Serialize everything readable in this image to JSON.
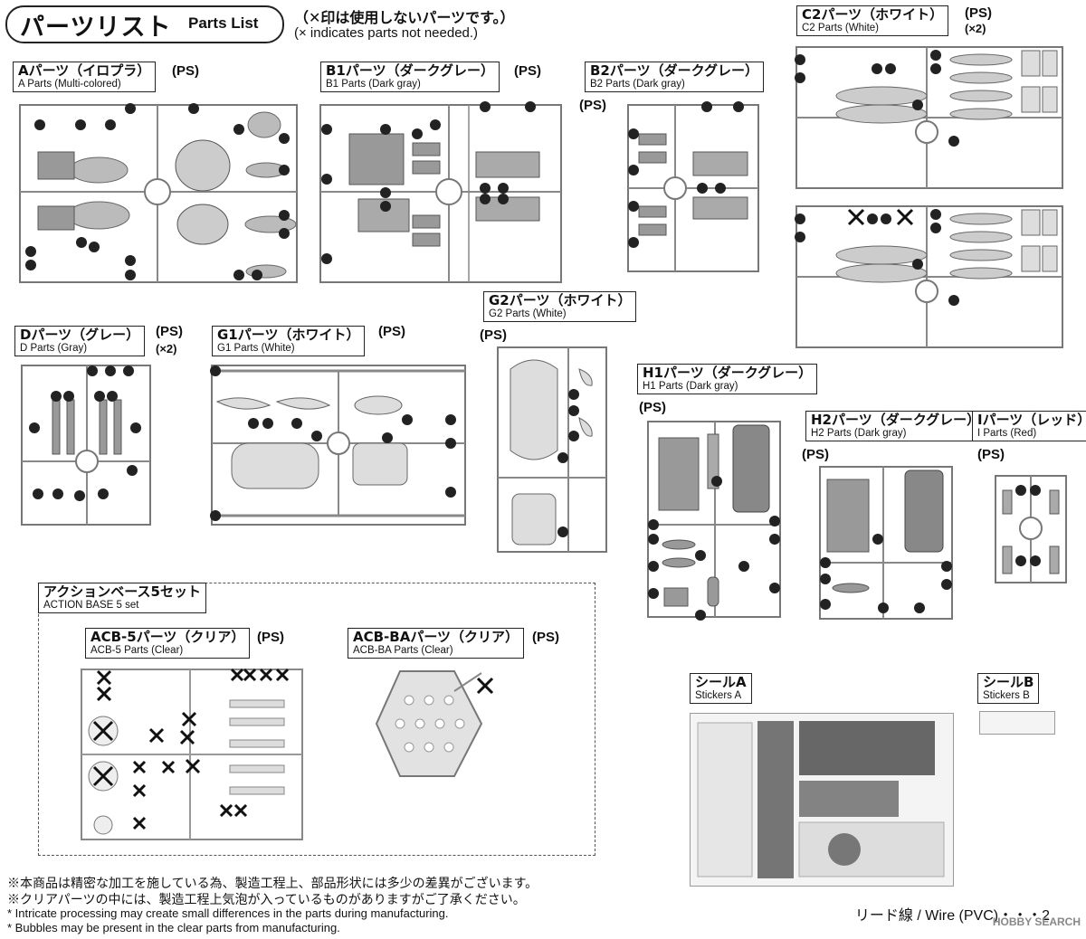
{
  "header": {
    "title_jp": "パーツリスト",
    "title_en": "Parts List",
    "note_jp": "（✕印は使用しないパーツです。）",
    "note_en": "(× indicates parts not needed.)"
  },
  "runners": {
    "a": {
      "jp": "Aパーツ（イロプラ）",
      "en": "A Parts (Multi-colored)",
      "material": "(PS)"
    },
    "b1": {
      "jp": "B1パーツ（ダークグレー）",
      "en": "B1 Parts (Dark gray)",
      "material": "(PS)"
    },
    "b2": {
      "jp": "B2パーツ（ダークグレー）",
      "en": "B2 Parts (Dark gray)",
      "material": "(PS)"
    },
    "c2": {
      "jp": "C2パーツ（ホワイト）",
      "en": "C2 Parts (White)",
      "material": "(PS)",
      "count": "(×2)"
    },
    "d": {
      "jp": "Dパーツ（グレー）",
      "en": "D Parts (Gray)",
      "material": "(PS)",
      "count": "(×2)"
    },
    "g1": {
      "jp": "G1パーツ（ホワイト）",
      "en": "G1 Parts (White)",
      "material": "(PS)"
    },
    "g2": {
      "jp": "G2パーツ（ホワイト）",
      "en": "G2 Parts (White)",
      "material": "(PS)"
    },
    "h1": {
      "jp": "H1パーツ（ダークグレー）",
      "en": "H1 Parts (Dark gray)",
      "material": "(PS)"
    },
    "h2": {
      "jp": "H2パーツ（ダークグレー）",
      "en": "H2 Parts (Dark gray)",
      "material": "(PS)"
    },
    "i": {
      "jp": "Iパーツ（レッド）",
      "en": "I Parts (Red)",
      "material": "(PS)"
    }
  },
  "action_base": {
    "jp": "アクションベース5セット",
    "en": "ACTION BASE 5 set",
    "acb5": {
      "jp": "ACB-5パーツ（クリア）",
      "en": "ACB-5 Parts (Clear)",
      "material": "(PS)"
    },
    "acbba": {
      "jp": "ACB-BAパーツ（クリア）",
      "en": "ACB-BA Parts (Clear)",
      "material": "(PS)"
    }
  },
  "stickers": {
    "a": {
      "jp": "シールA",
      "en": "Stickers A"
    },
    "b": {
      "jp": "シールB",
      "en": "Stickers B"
    }
  },
  "footnotes": {
    "jp1": "※本商品は精密な加工を施している為、製造工程上、部品形状には多少の差異がございます。",
    "jp2": "※クリアパーツの中には、製造工程上気泡が入っているものがありますがご了承ください。",
    "en1": "* Intricate processing may create small differences in the parts during manufacturing.",
    "en2": "* Bubbles may be present in the clear parts from manufacturing.",
    "wire": "リード線 / Wire (PVC)・・・2"
  },
  "watermark": "HOBBY SEARCH"
}
